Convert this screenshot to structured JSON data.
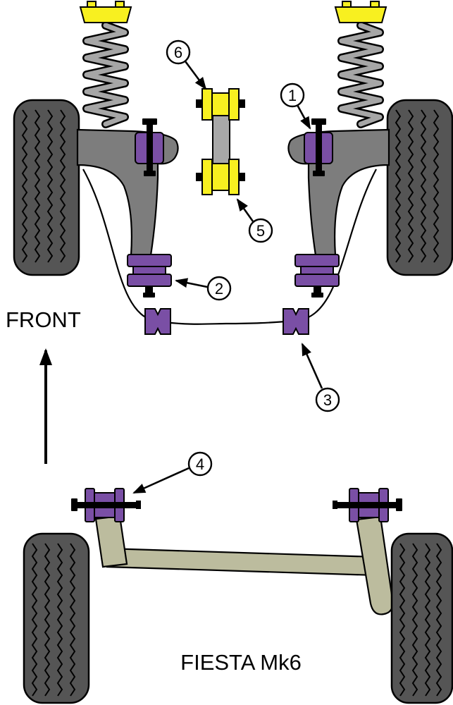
{
  "labels": {
    "front": "FRONT",
    "model": "FIESTA Mk6"
  },
  "callouts": [
    "1",
    "2",
    "3",
    "4",
    "5",
    "6"
  ],
  "colors": {
    "bush": "#7a4fa5",
    "mount": "#f8f020",
    "arm": "#7d7d7d",
    "tire": "#555555",
    "beam": "#bcbc9e",
    "link": "#a8a8a8",
    "spring": "#a6a6a6",
    "outline": "#000000",
    "callout-bg": "#ffffff"
  }
}
